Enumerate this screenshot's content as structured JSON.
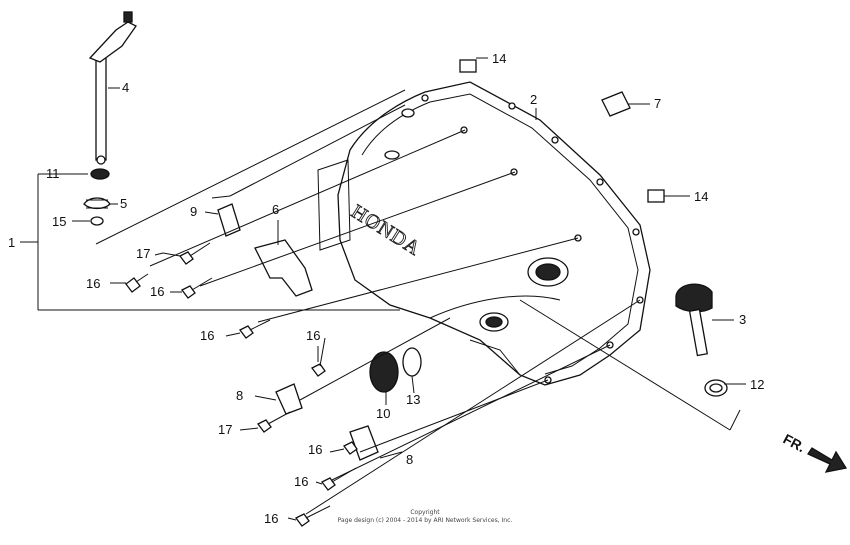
{
  "callouts": [
    {
      "id": "c1",
      "label": "1"
    },
    {
      "id": "c2",
      "label": "2"
    },
    {
      "id": "c3",
      "label": "3"
    },
    {
      "id": "c4",
      "label": "4"
    },
    {
      "id": "c5",
      "label": "5"
    },
    {
      "id": "c6",
      "label": "6"
    },
    {
      "id": "c7",
      "label": "7"
    },
    {
      "id": "c8a",
      "label": "8"
    },
    {
      "id": "c8b",
      "label": "8"
    },
    {
      "id": "c9",
      "label": "9"
    },
    {
      "id": "c10",
      "label": "10"
    },
    {
      "id": "c11",
      "label": "11"
    },
    {
      "id": "c12",
      "label": "12"
    },
    {
      "id": "c13",
      "label": "13"
    },
    {
      "id": "c14a",
      "label": "14"
    },
    {
      "id": "c14b",
      "label": "14"
    },
    {
      "id": "c15",
      "label": "15"
    },
    {
      "id": "c16a",
      "label": "16"
    },
    {
      "id": "c16b",
      "label": "16"
    },
    {
      "id": "c16c",
      "label": "16"
    },
    {
      "id": "c16d",
      "label": "16"
    },
    {
      "id": "c16e",
      "label": "16"
    },
    {
      "id": "c16f",
      "label": "16"
    },
    {
      "id": "c16g",
      "label": "16"
    },
    {
      "id": "c17a",
      "label": "17"
    },
    {
      "id": "c17b",
      "label": "17"
    }
  ],
  "cover_brand": "HONDA",
  "direction_label": "FR.",
  "copyright": {
    "line1": "Copyright",
    "line2": "Page design (c) 2004 - 2014 by ARI Network Services, Inc."
  }
}
